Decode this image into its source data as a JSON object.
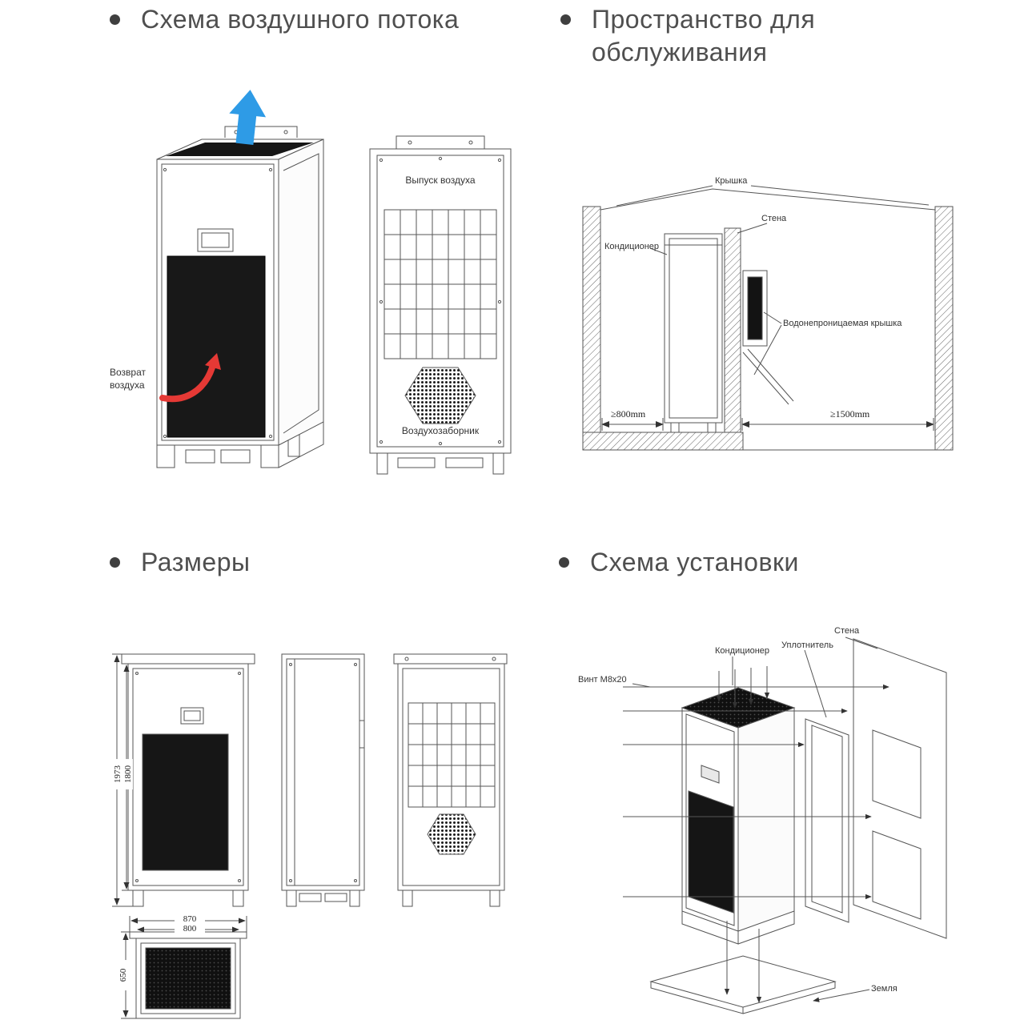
{
  "sections": {
    "airflow": {
      "title": "Схема воздушного потока",
      "labels": {
        "return_air": "Возврат воздуха",
        "air_outlet": "Выпуск воздуха",
        "air_intake": "Воздухозаборник"
      },
      "colors": {
        "outlet_arrow": "#2e9be6",
        "return_arrow": "#e53935"
      }
    },
    "service_space": {
      "title": "Пространство для обслуживания",
      "labels": {
        "cover": "Крышка",
        "wall": "Стена",
        "conditioner": "Кондиционер",
        "waterproof_cover": "Водонепроницаемая крышка",
        "clearance_left": "≥800mm",
        "clearance_right": "≥1500mm"
      }
    },
    "dimensions": {
      "title": "Размеры",
      "values": {
        "height_total": "1973",
        "height_body": "1800",
        "width_total": "870",
        "width_body": "800",
        "depth": "650"
      }
    },
    "installation": {
      "title": "Схема установки",
      "labels": {
        "wall": "Стена",
        "conditioner": "Кондиционер",
        "seal": "Уплотнитель",
        "screw": "Винт M8x20",
        "ground": "Земля"
      }
    }
  }
}
